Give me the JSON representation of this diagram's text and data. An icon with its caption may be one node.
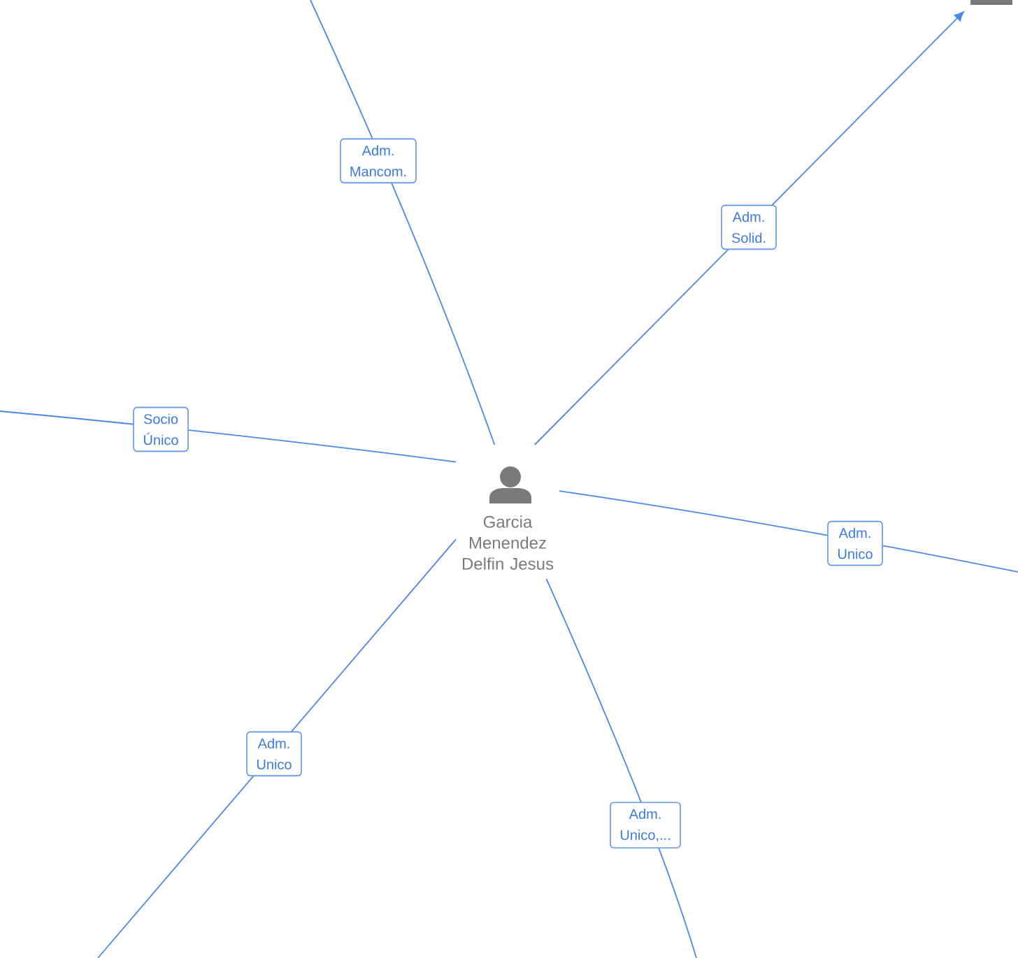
{
  "diagram": {
    "nodes": [
      {
        "text": [
          "Garcia Menendez Delfin Jesus"
        ]
      },
      {
        "text": [],
        "shape": "bar"
      }
    ],
    "edges": [
      {
        "from": 0,
        "to": null,
        "arrow": "none",
        "label": "Adm. Mancom."
      },
      {
        "from": 0,
        "to": 1,
        "arrow": "to",
        "label": "Adm. Solid."
      },
      {
        "from": 0,
        "to": null,
        "arrow": "none",
        "label": "Socio Único"
      },
      {
        "from": 0,
        "to": null,
        "arrow": "none",
        "label": "Adm. Unico"
      },
      {
        "from": 0,
        "to": null,
        "arrow": "none",
        "label": "Adm. Unico"
      },
      {
        "from": 0,
        "to": null,
        "arrow": "none",
        "label": "Adm. Unico,..."
      }
    ]
  }
}
